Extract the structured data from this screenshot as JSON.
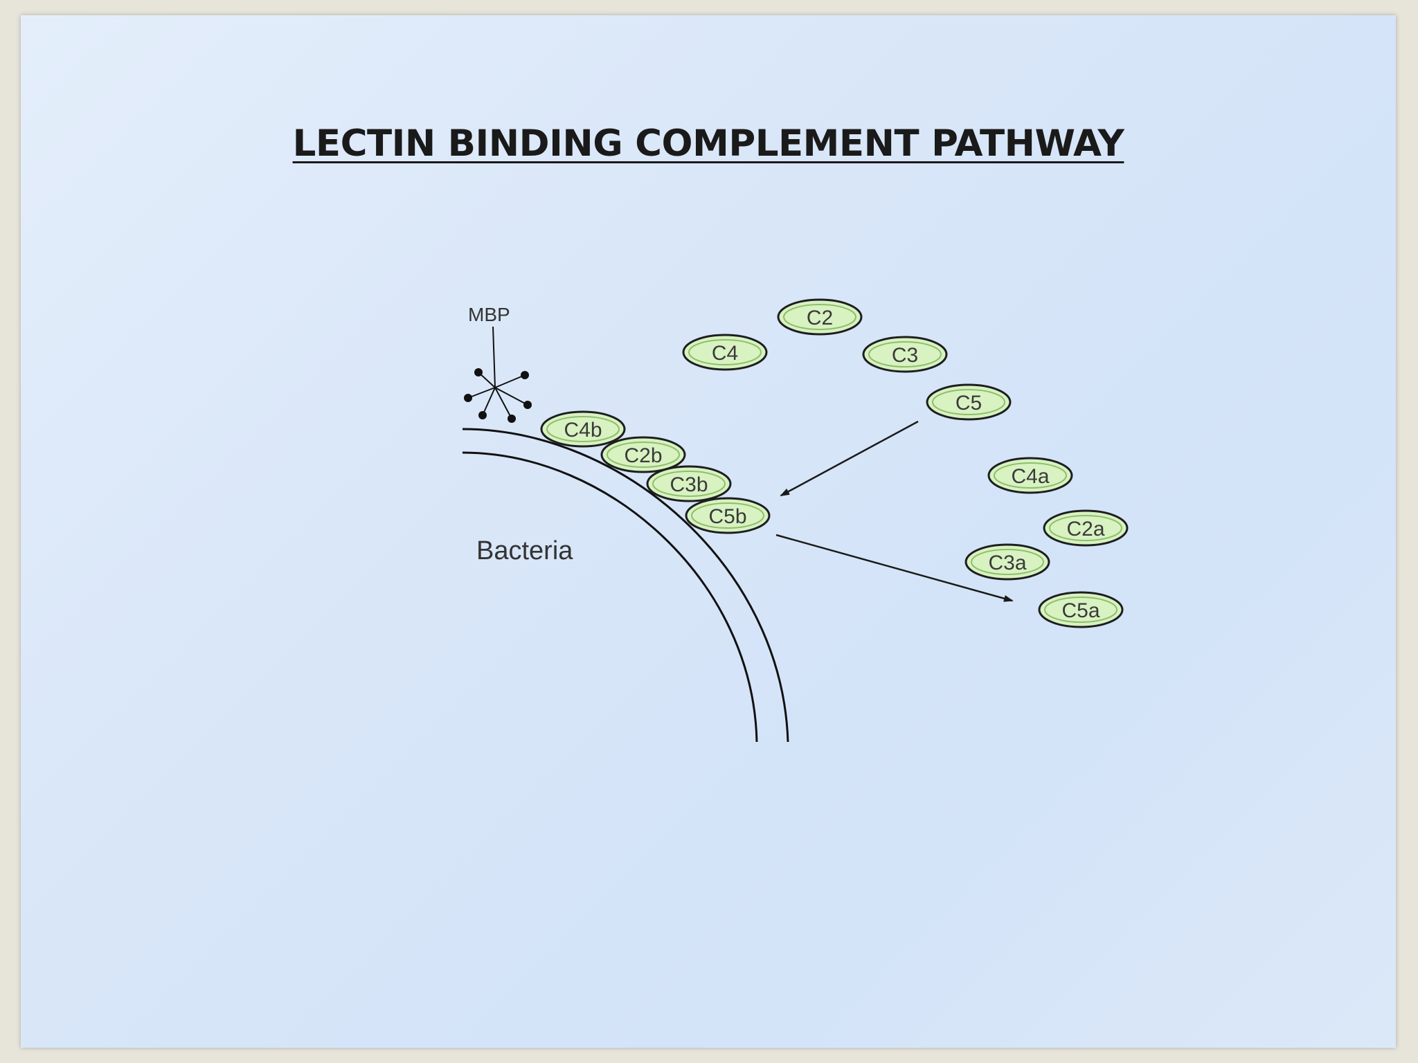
{
  "slide": {
    "title": "LECTIN BINDING COMPLEMENT PATHWAY"
  },
  "diagram": {
    "mbp_label": "MBP",
    "bacteria_label": "Bacteria",
    "free_components": [
      "C2",
      "C4",
      "C3",
      "C5"
    ],
    "bound_components": [
      "C4b",
      "C2b",
      "C3b",
      "C5b"
    ],
    "released_fragments": [
      "C4a",
      "C2a",
      "C3a",
      "C5a"
    ],
    "colors": {
      "pill_fill": "#d8f2c2",
      "pill_stroke": "#1e1e1e",
      "background": "#d8e6f8",
      "frame": "#e7e4da"
    }
  }
}
